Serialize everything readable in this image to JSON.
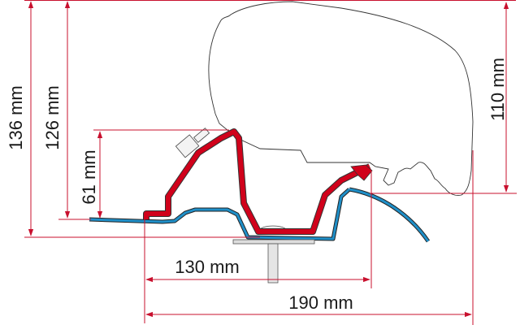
{
  "dimensions": {
    "total_height": "136 mm",
    "awning_top_height": "126 mm",
    "bracket_height": "61 mm",
    "awning_height": "110 mm",
    "inner_width": "130 mm",
    "outer_width": "190 mm"
  },
  "colors": {
    "dimension_lines": "#c8102e",
    "bracket": "#d0021b",
    "roof_profile": "#1f8fc8",
    "outline": "#333333"
  }
}
